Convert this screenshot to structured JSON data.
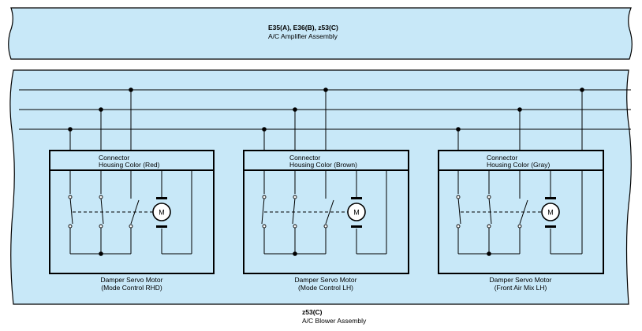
{
  "amplifier": {
    "code": "E35(A), E36(B), z53(C)",
    "name": "A/C Amplifier Assembly"
  },
  "blower": {
    "code": "z53(C)",
    "name": "A/C Blower Assembly"
  },
  "motors": [
    {
      "connector_line1": "Connector",
      "connector_line2": "Housing Color (Red)",
      "caption_line1": "Damper Servo Motor",
      "caption_line2": "(Mode Control RHD)",
      "motor_symbol": "M"
    },
    {
      "connector_line1": "Connector",
      "connector_line2": "Housing Color (Brown)",
      "caption_line1": "Damper Servo Motor",
      "caption_line2": "(Mode Control LH)",
      "motor_symbol": "M"
    },
    {
      "connector_line1": "Connector",
      "connector_line2": "Housing Color (Gray)",
      "caption_line1": "Damper Servo Motor",
      "caption_line2": "(Front Air Mix LH)",
      "motor_symbol": "M"
    }
  ],
  "colors": {
    "panel_fill": "#c8e8f8",
    "line": "#000000"
  }
}
